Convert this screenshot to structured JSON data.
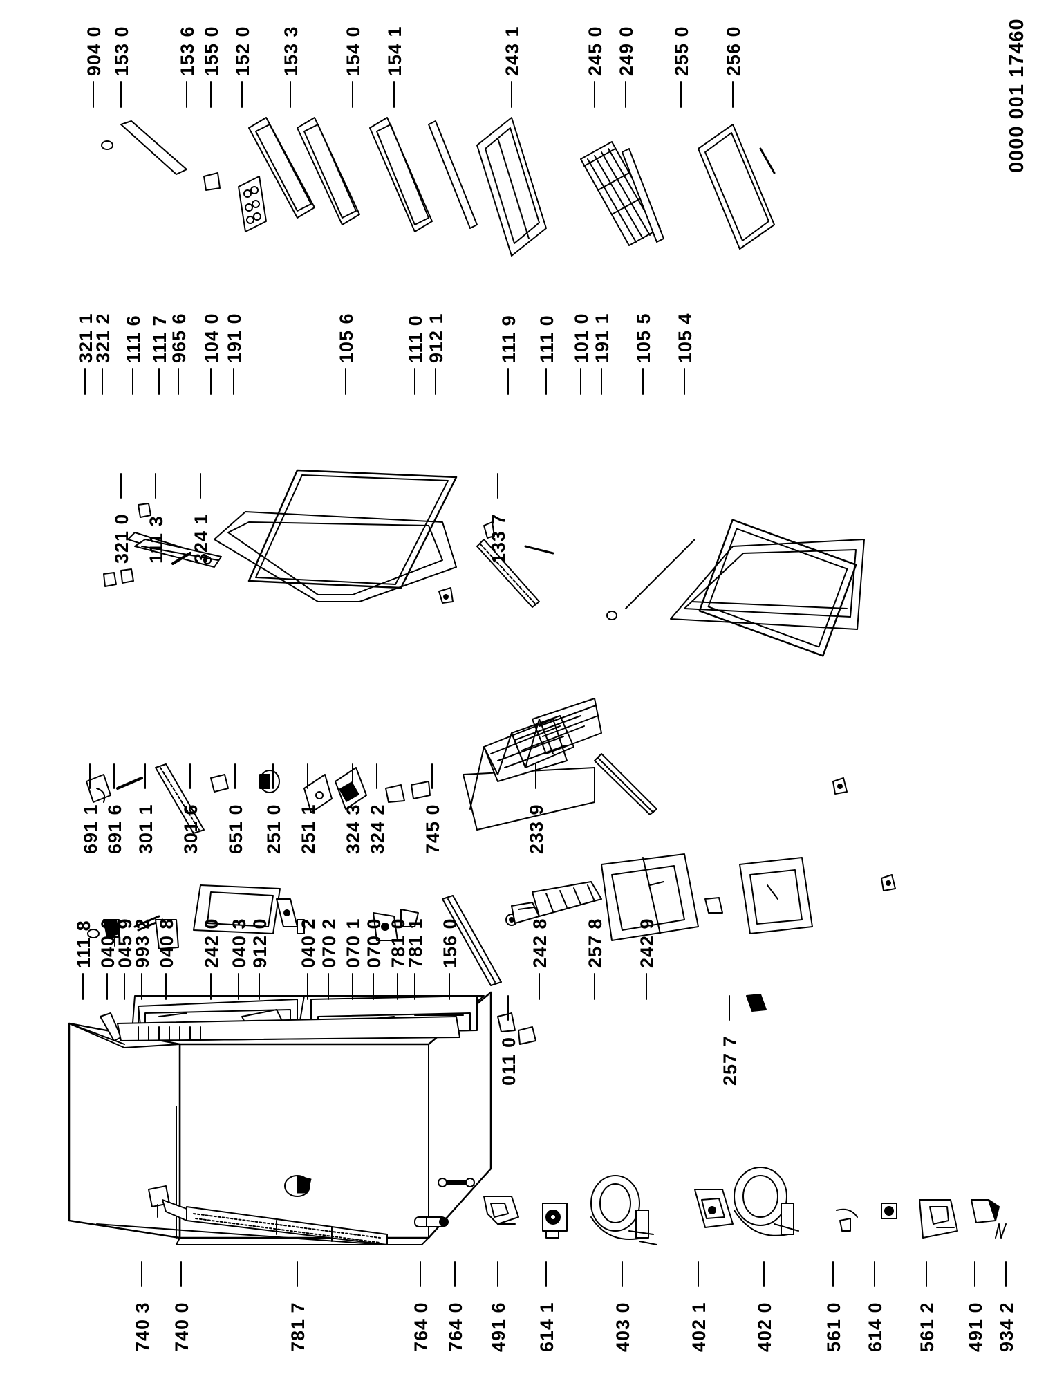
{
  "diagram_code": "0000 001 17460",
  "labels": {
    "c1": [
      "740 3",
      "740 0",
      "781 7",
      "764 0",
      "764 0",
      "491 6",
      "614 1",
      "403 0",
      "402 1",
      "402 0",
      "561 0",
      "614 0",
      "561 2",
      "491 0",
      "934 2"
    ],
    "c2": [
      "011 0",
      "257 7"
    ],
    "c3": [
      "111 8",
      "040 0",
      "045 9",
      "993 2",
      "040 8",
      "242 0",
      "040 3",
      "912 0",
      "040 2",
      "070 2",
      "070 1",
      "070 0",
      "781 0",
      "781 1",
      "156 0",
      "242 8",
      "257 8",
      "242 9"
    ],
    "c4": [
      "691 1",
      "691 6",
      "301 1",
      "301 6",
      "651 0",
      "251 0",
      "251 1",
      "324 3",
      "324 2",
      "745 0",
      "233 9"
    ],
    "c5": [
      "321 0",
      "111 3",
      "324 1",
      "133 7"
    ],
    "c6": [
      "321 1",
      "321 2",
      "111 6",
      "111 7",
      "965 6",
      "104 0",
      "191 0",
      "105 6",
      "111 0",
      "912 1",
      "111 9",
      "111 0",
      "101 0",
      "191 1",
      "105 5",
      "105 4"
    ],
    "c7": [
      "904 0",
      "153 0",
      "153 6",
      "155 0",
      "152 0",
      "153 3",
      "154 0",
      "154 1",
      "243 1",
      "245 0",
      "249 0",
      "255 0",
      "256 0"
    ]
  }
}
